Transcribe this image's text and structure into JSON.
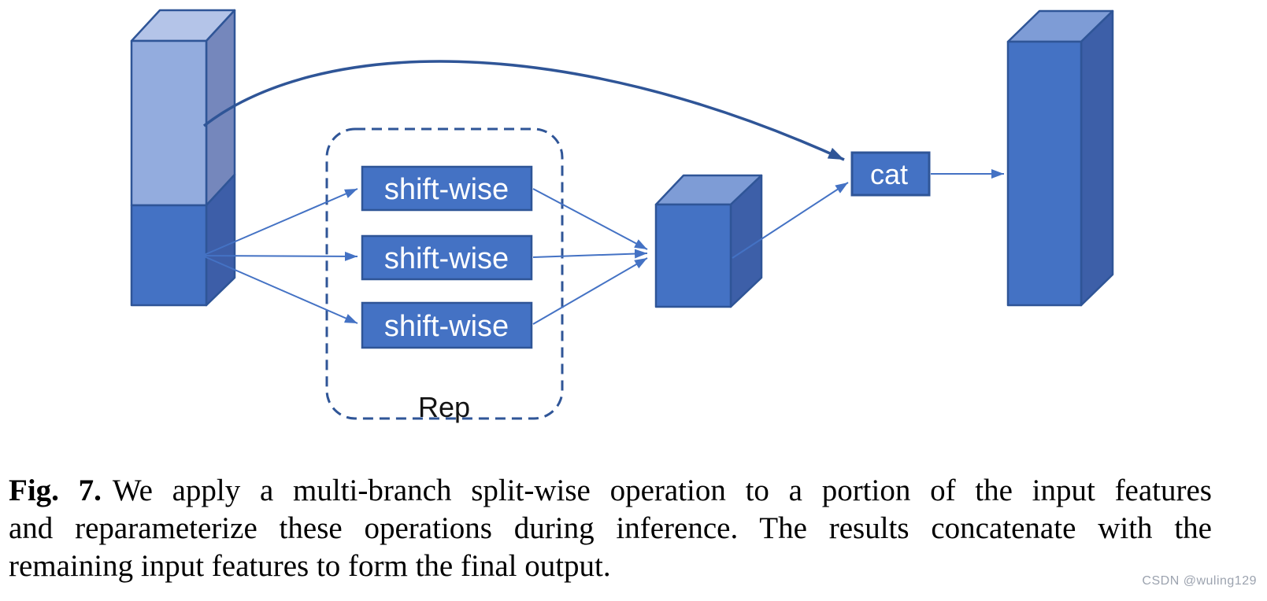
{
  "diagram": {
    "branches": [
      {
        "label": "shift-wise"
      },
      {
        "label": "shift-wise"
      },
      {
        "label": "shift-wise"
      }
    ],
    "rep_label": "Rep",
    "cat_label": "cat",
    "colors": {
      "front_dark": "#4472C4",
      "front_light": "#93ACDE",
      "top_light": "#B4C4E8",
      "side_light": "#7587BC",
      "side_dark": "#3D5EA8",
      "cube_top": "#7E9CD6",
      "cube_side": "#3D5FA8",
      "outline": "#2F5597",
      "arrow": "#4472C4"
    }
  },
  "caption": {
    "fig_label": "Fig. 7.",
    "line1": "We apply a multi-branch split-wise operation to a portion of the input features",
    "line2": "and reparameterize these operations during inference. The results concatenate with the",
    "line3": "remaining input features to form the final output."
  },
  "watermark": "CSDN @wuling129"
}
